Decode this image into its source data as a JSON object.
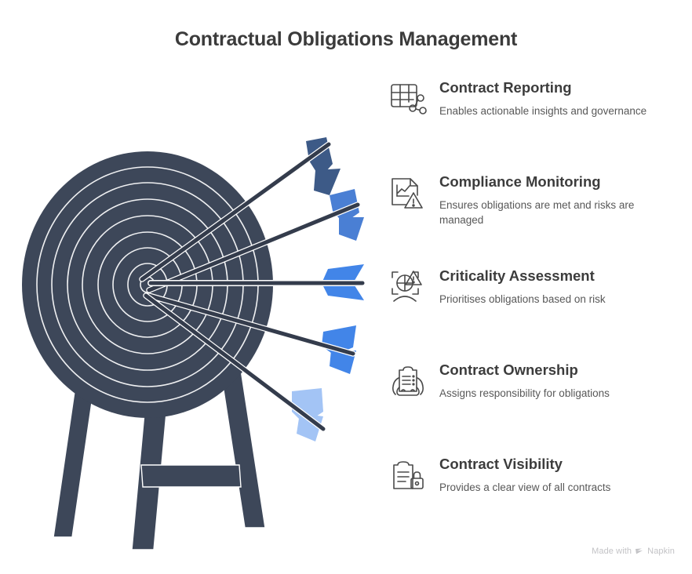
{
  "page": {
    "title": "Contractual Obligations Management",
    "background_color": "#ffffff",
    "title_color": "#3b3b3b"
  },
  "illustration": {
    "name": "archery-target-with-arrows",
    "target_color": "#3d4759",
    "ring_stroke_color": "#ffffff",
    "ring_count": 8,
    "stand_color": "#3d4759",
    "arrows": [
      {
        "index": 1,
        "fletching_color": "#3d5a87",
        "shaft_color": "#343c4c"
      },
      {
        "index": 2,
        "fletching_color": "#4a7fd4",
        "shaft_color": "#343c4c"
      },
      {
        "index": 3,
        "fletching_color": "#4285e8",
        "shaft_color": "#343c4c"
      },
      {
        "index": 4,
        "fletching_color": "#4285e8",
        "shaft_color": "#343c4c"
      },
      {
        "index": 5,
        "fletching_color": "#a3c4f5",
        "shaft_color": "#343c4c"
      }
    ]
  },
  "features": [
    {
      "icon": "table-report-share-icon",
      "heading": "Contract Reporting",
      "description": "Enables actionable insights and governance"
    },
    {
      "icon": "document-chart-warning-icon",
      "heading": "Compliance Monitoring",
      "description": "Ensures obligations are met and risks are managed"
    },
    {
      "icon": "crosshair-target-warning-icon",
      "heading": "Criticality Assessment",
      "description": "Prioritises obligations based on risk"
    },
    {
      "icon": "hands-holding-document-icon",
      "heading": "Contract Ownership",
      "description": "Assigns responsibility for obligations"
    },
    {
      "icon": "clipboard-lock-icon",
      "heading": "Contract Visibility",
      "description": "Provides a clear view of all contracts"
    }
  ],
  "watermark": {
    "text": "Made with",
    "brand": "Napkin",
    "color": "#c3c3c6"
  }
}
